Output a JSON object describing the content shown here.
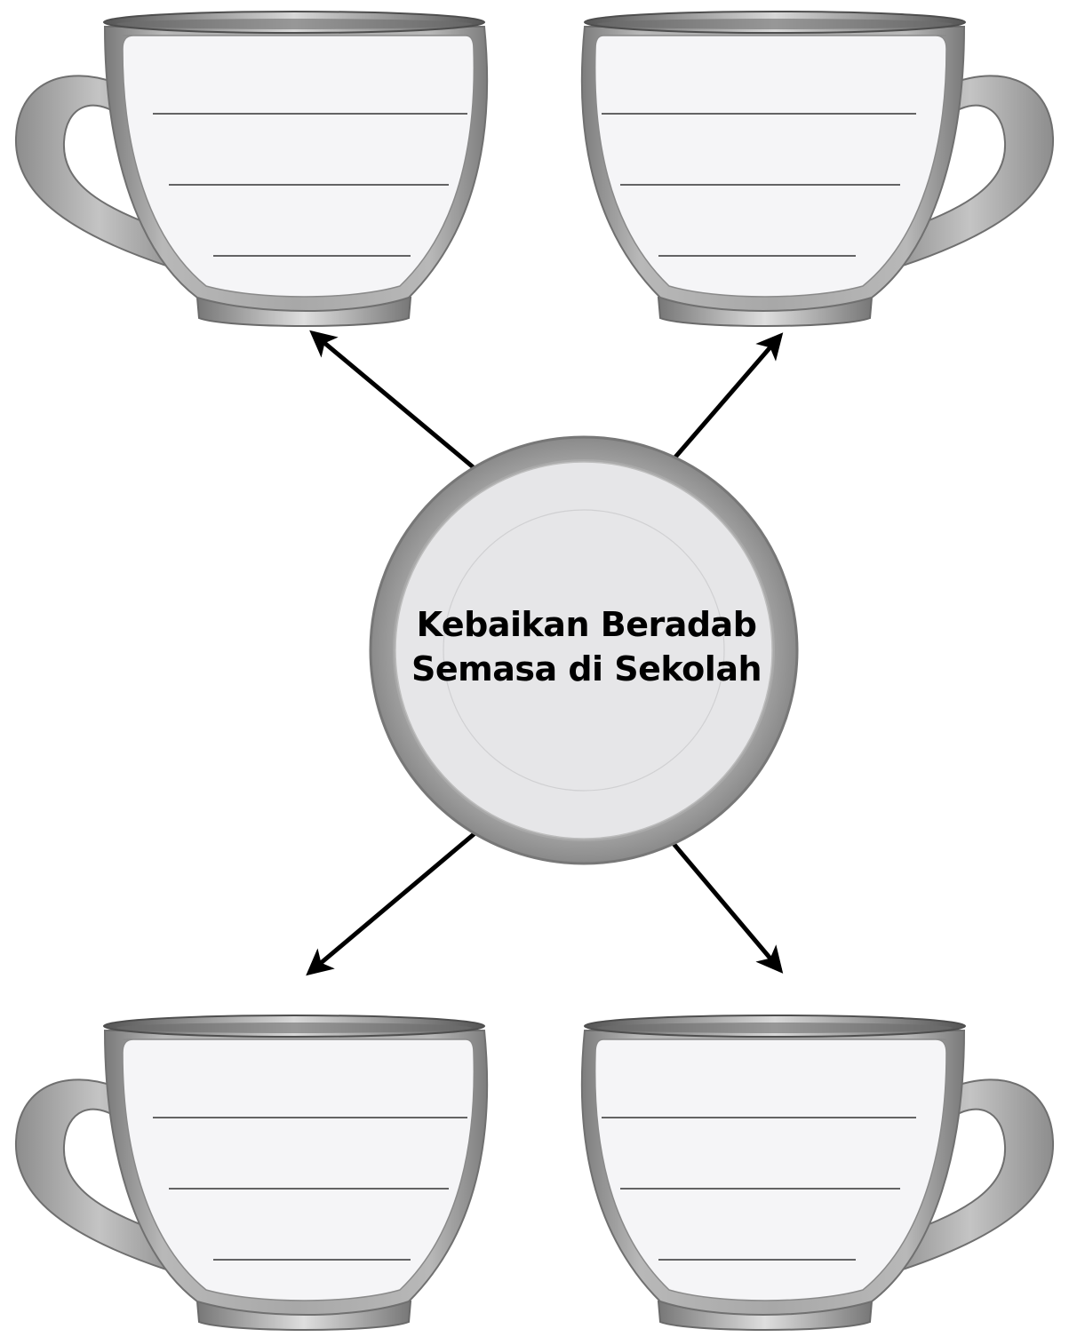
{
  "center_topic": {
    "line1": "Kebaikan Beradab",
    "line2": "Semasa di Sekolah"
  },
  "cups": [
    {
      "id": "cup-top-left",
      "handle": "left",
      "lines": 3
    },
    {
      "id": "cup-top-right",
      "handle": "right",
      "lines": 3
    },
    {
      "id": "cup-bottom-left",
      "handle": "left",
      "lines": 3
    },
    {
      "id": "cup-bottom-right",
      "handle": "right",
      "lines": 3
    }
  ],
  "colors": {
    "cup_outer": "#9a9a9a",
    "cup_inner": "#f2f2f4",
    "saucer_outer": "#8f8f8f",
    "saucer_inner": "#e4e4e6",
    "arrow": "#000000",
    "writing_line": "#333333"
  }
}
